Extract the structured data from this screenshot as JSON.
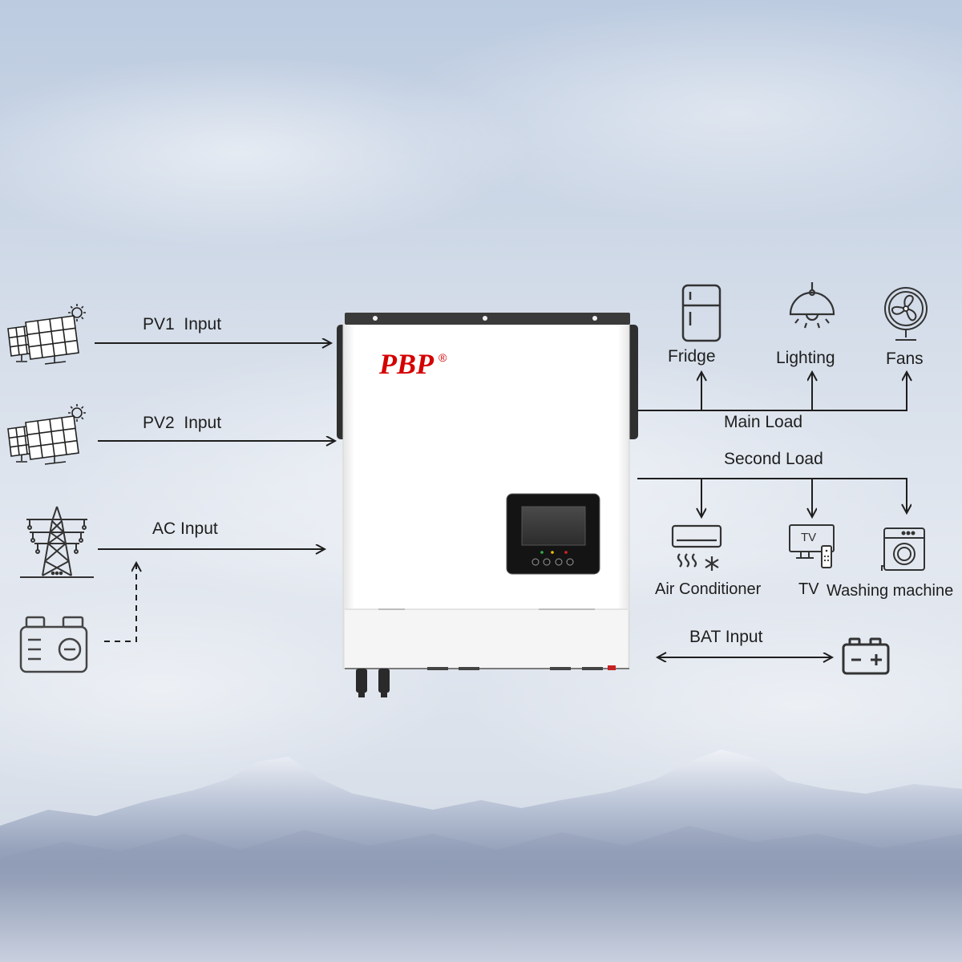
{
  "brand": {
    "logo_text": "PBP",
    "registered_mark": "®",
    "logo_color": "#d40000"
  },
  "inputs": {
    "pv1_label": "PV1  Input",
    "pv2_label": "PV2  Input",
    "ac_label": "AC Input",
    "bat_label": "BAT Input"
  },
  "main_load": {
    "label": "Main Load",
    "items": [
      "Fridge",
      "Lighting",
      "Fans"
    ]
  },
  "second_load": {
    "label": "Second Load",
    "items": [
      "Air Conditioner",
      "TV",
      "Washing machine"
    ]
  },
  "icons": {
    "pv1_source": "solar-panel-icon",
    "pv2_source": "solar-panel-icon",
    "ac_source": "transmission-tower-icon",
    "backup_source": "generator-icon",
    "fridge": "fridge-icon",
    "lighting": "lamp-icon",
    "fans": "fan-icon",
    "air_conditioner": "air-conditioner-icon",
    "tv": "tv-icon",
    "tv_screen_text": "TV",
    "washing_machine": "washing-machine-icon",
    "battery": "battery-icon"
  },
  "colors": {
    "line": "#1e1e1e",
    "inverter_body": "#ffffff",
    "inverter_trim": "#333333",
    "led_green": "#2fb34a",
    "led_yellow": "#f2c200",
    "led_red": "#e02020"
  }
}
